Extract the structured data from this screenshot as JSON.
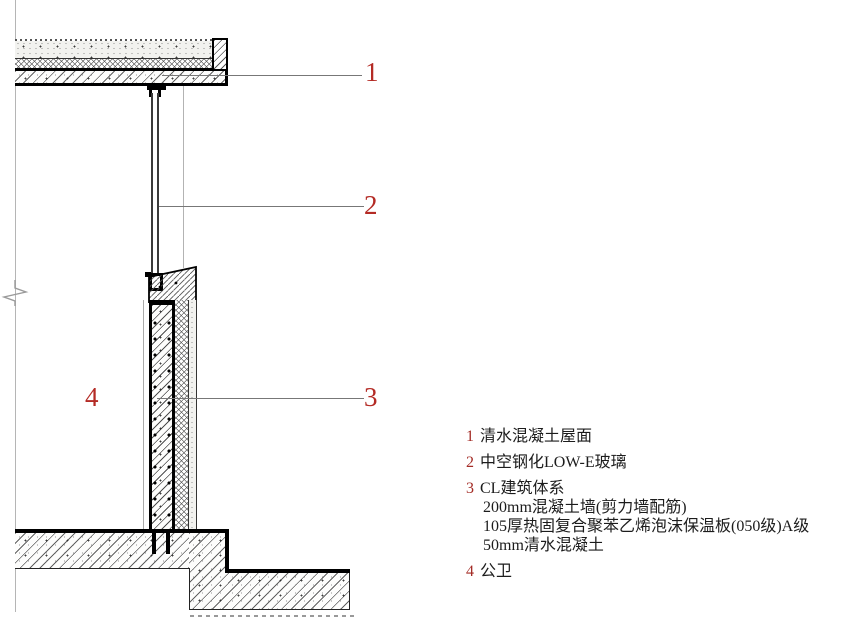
{
  "drawing": {
    "callouts": [
      {
        "num": "1"
      },
      {
        "num": "2"
      },
      {
        "num": "3"
      },
      {
        "num": "4"
      }
    ],
    "colors": {
      "callout_red": "#b42b25",
      "legend_num_red": "#a42c26",
      "line_black": "#000000",
      "grid_gray": "#b5b5b5",
      "text": "#1c1c1c"
    }
  },
  "legend": {
    "items": [
      {
        "num": "1",
        "lines": [
          "清水混凝土屋面"
        ]
      },
      {
        "num": "2",
        "lines": [
          "中空钢化LOW-E玻璃"
        ]
      },
      {
        "num": "3",
        "lines": [
          "CL建筑体系",
          "200mm混凝土墙(剪力墙配筋)",
          "105厚热固复合聚苯乙烯泡沫保温板(050级)A级",
          "50mm清水混凝土"
        ]
      },
      {
        "num": "4",
        "lines": [
          "公卫"
        ]
      }
    ]
  }
}
